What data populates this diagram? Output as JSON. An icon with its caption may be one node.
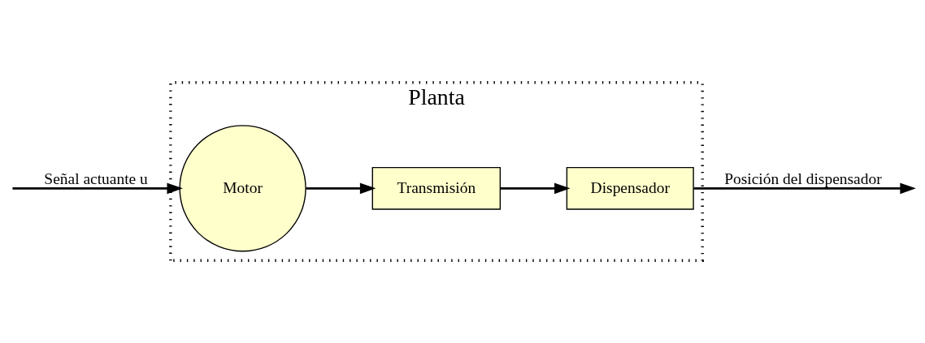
{
  "diagram": {
    "nodes": [
      {
        "text": [
          "Planta"
        ]
      },
      {
        "text": [
          "Motor"
        ],
        "in": 0
      },
      {
        "text": [
          "Transmisión"
        ],
        "in": 0
      },
      {
        "text": [
          "Dispensador"
        ],
        "in": 0
      }
    ],
    "edges": [
      {
        "from": null,
        "to": 1,
        "arrow": "to",
        "label": "Señal actuante u"
      },
      {
        "from": 1,
        "to": 2,
        "arrow": "to"
      },
      {
        "from": 2,
        "to": 3,
        "arrow": "to"
      },
      {
        "from": 3,
        "to": null,
        "arrow": "to",
        "label": "Posición del dispensador"
      }
    ]
  }
}
